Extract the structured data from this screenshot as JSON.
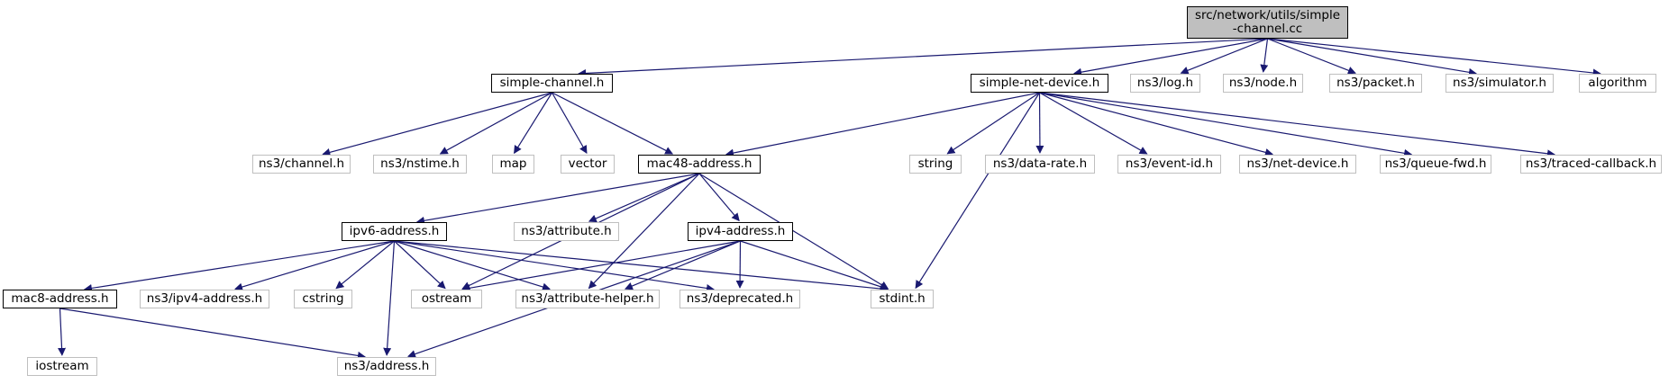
{
  "nodes": {
    "root": {
      "label": "src/network/utils/simple-channel.cc",
      "line1": "src/network/utils/simple",
      "line2": "-channel.cc"
    },
    "simple_channel_h": {
      "label": "simple-channel.h"
    },
    "simple_net_device_h": {
      "label": "simple-net-device.h"
    },
    "ns3_log_h": {
      "label": "ns3/log.h"
    },
    "ns3_node_h": {
      "label": "ns3/node.h"
    },
    "ns3_packet_h": {
      "label": "ns3/packet.h"
    },
    "ns3_simulator_h": {
      "label": "ns3/simulator.h"
    },
    "algorithm": {
      "label": "algorithm"
    },
    "ns3_channel_h": {
      "label": "ns3/channel.h"
    },
    "ns3_nstime_h": {
      "label": "ns3/nstime.h"
    },
    "map": {
      "label": "map"
    },
    "vector": {
      "label": "vector"
    },
    "mac48_address_h": {
      "label": "mac48-address.h"
    },
    "string": {
      "label": "string"
    },
    "ns3_data_rate_h": {
      "label": "ns3/data-rate.h"
    },
    "ns3_event_id_h": {
      "label": "ns3/event-id.h"
    },
    "ns3_net_device_h": {
      "label": "ns3/net-device.h"
    },
    "ns3_queue_fwd_h": {
      "label": "ns3/queue-fwd.h"
    },
    "ns3_traced_callback_h": {
      "label": "ns3/traced-callback.h"
    },
    "ipv6_address_h": {
      "label": "ipv6-address.h"
    },
    "ns3_attribute_h": {
      "label": "ns3/attribute.h"
    },
    "ipv4_address_h": {
      "label": "ipv4-address.h"
    },
    "mac8_address_h": {
      "label": "mac8-address.h"
    },
    "ns3_ipv4_address_h": {
      "label": "ns3/ipv4-address.h"
    },
    "cstring": {
      "label": "cstring"
    },
    "ostream": {
      "label": "ostream"
    },
    "ns3_attribute_helper_h": {
      "label": "ns3/attribute-helper.h"
    },
    "ns3_deprecated_h": {
      "label": "ns3/deprecated.h"
    },
    "stdint_h": {
      "label": "stdint.h"
    },
    "iostream": {
      "label": "iostream"
    },
    "ns3_address_h": {
      "label": "ns3/address.h"
    }
  },
  "edges": [
    [
      "root",
      "simple_channel_h"
    ],
    [
      "root",
      "simple_net_device_h"
    ],
    [
      "root",
      "ns3_log_h"
    ],
    [
      "root",
      "ns3_node_h"
    ],
    [
      "root",
      "ns3_packet_h"
    ],
    [
      "root",
      "ns3_simulator_h"
    ],
    [
      "root",
      "algorithm"
    ],
    [
      "simple_channel_h",
      "ns3_channel_h"
    ],
    [
      "simple_channel_h",
      "ns3_nstime_h"
    ],
    [
      "simple_channel_h",
      "map"
    ],
    [
      "simple_channel_h",
      "vector"
    ],
    [
      "simple_channel_h",
      "mac48_address_h"
    ],
    [
      "simple_net_device_h",
      "mac48_address_h"
    ],
    [
      "simple_net_device_h",
      "stdint_h"
    ],
    [
      "simple_net_device_h",
      "string"
    ],
    [
      "simple_net_device_h",
      "ns3_data_rate_h"
    ],
    [
      "simple_net_device_h",
      "ns3_event_id_h"
    ],
    [
      "simple_net_device_h",
      "ns3_net_device_h"
    ],
    [
      "simple_net_device_h",
      "ns3_queue_fwd_h"
    ],
    [
      "simple_net_device_h",
      "ns3_traced_callback_h"
    ],
    [
      "mac48_address_h",
      "ipv6_address_h"
    ],
    [
      "mac48_address_h",
      "ns3_attribute_h"
    ],
    [
      "mac48_address_h",
      "ipv4_address_h"
    ],
    [
      "mac48_address_h",
      "ostream"
    ],
    [
      "mac48_address_h",
      "ns3_attribute_helper_h"
    ],
    [
      "mac48_address_h",
      "stdint_h"
    ],
    [
      "ipv6_address_h",
      "mac8_address_h"
    ],
    [
      "ipv6_address_h",
      "ns3_ipv4_address_h"
    ],
    [
      "ipv6_address_h",
      "cstring"
    ],
    [
      "ipv6_address_h",
      "ostream"
    ],
    [
      "ipv6_address_h",
      "ns3_attribute_helper_h"
    ],
    [
      "ipv6_address_h",
      "ns3_deprecated_h"
    ],
    [
      "ipv6_address_h",
      "stdint_h"
    ],
    [
      "ipv6_address_h",
      "ns3_address_h"
    ],
    [
      "ipv4_address_h",
      "ostream"
    ],
    [
      "ipv4_address_h",
      "ns3_attribute_helper_h"
    ],
    [
      "ipv4_address_h",
      "ns3_deprecated_h"
    ],
    [
      "ipv4_address_h",
      "stdint_h"
    ],
    [
      "ipv4_address_h",
      "ns3_address_h"
    ],
    [
      "mac8_address_h",
      "iostream"
    ],
    [
      "mac8_address_h",
      "ns3_address_h"
    ]
  ],
  "colors": {
    "edge": "#191970",
    "root_fill": "#bfbfbf",
    "ext_border": "#bfbfbf",
    "node_border": "#000000"
  }
}
